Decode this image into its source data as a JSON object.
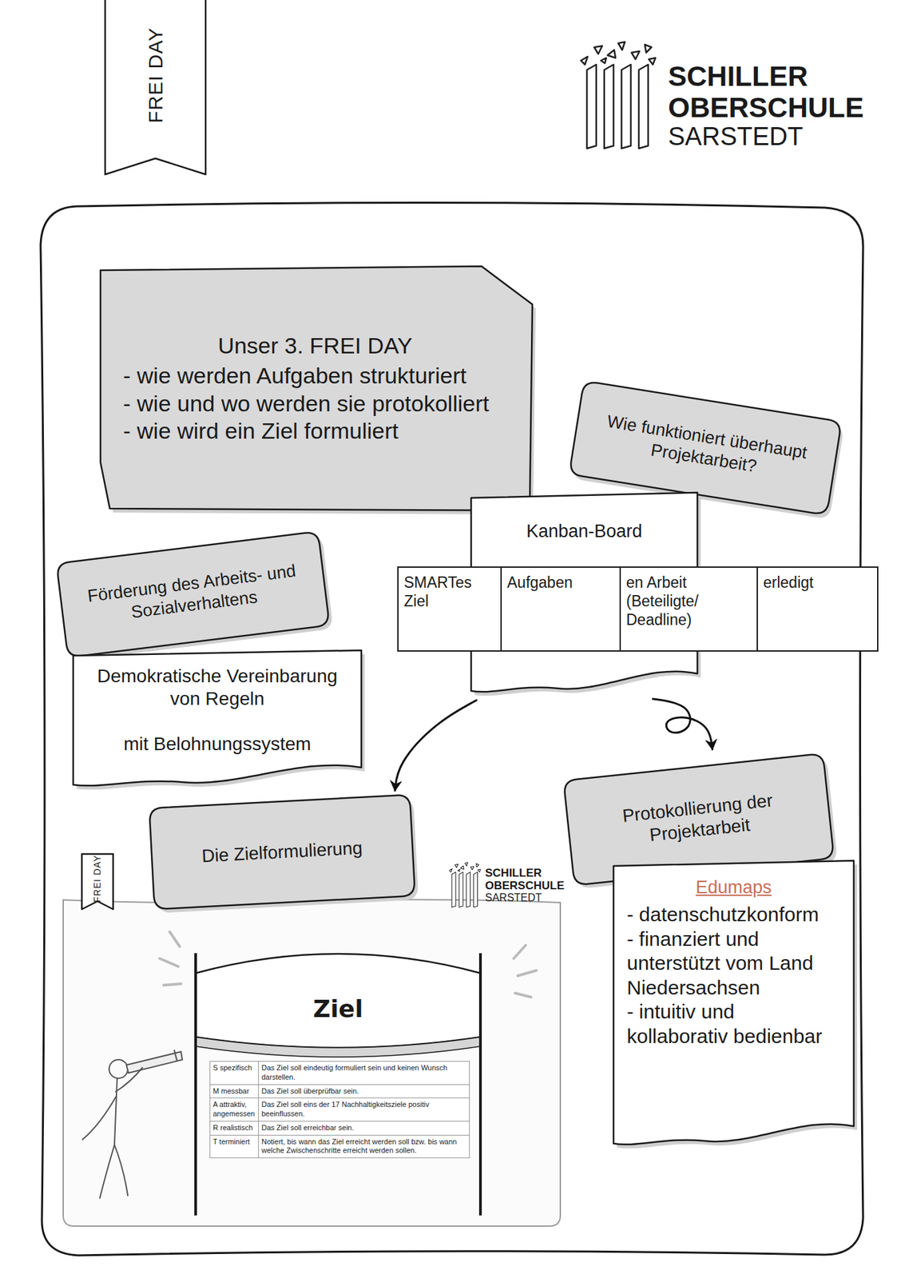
{
  "diagram": {
    "nodes": [
      {
        "text": [
          "FREI DAY"
        ]
      },
      {
        "text": [
          "Unser 3. FREI DAY",
          "- wie werden Aufgaben strukturiert",
          "- wie und wo werden sie protokolliert",
          "- wie wird ein Ziel formuliert"
        ]
      },
      {
        "text": [
          "Wie funktioniert überhaupt Projektarbeit?"
        ]
      },
      {
        "text": [
          "Kanban-Board"
        ]
      },
      {
        "text": [
          "Förderung des Arbeits- und Sozialverhaltens"
        ]
      },
      {
        "text": [
          "Demokratische Vereinbarung von Regeln",
          "mit Belohnungssystem"
        ]
      },
      {
        "text": [
          "Die Zielformulierung"
        ]
      },
      {
        "text": [
          "FREI DAY"
        ]
      },
      {
        "text": [
          "Protokollierung der Projektarbeit"
        ]
      },
      {
        "text": [
          "Edumaps",
          "- datenschutzkonform",
          "- finanziert und unterstützt vom Land Niedersachsen",
          "- intuitiv und kollaborativ bedienbar"
        ]
      }
    ],
    "edges": [
      {
        "from": 3,
        "to": 6,
        "arrow": "to"
      },
      {
        "from": 3,
        "to": 8,
        "arrow": "to"
      }
    ],
    "labels": [
      "SCHILLER",
      "OBERSCHULE",
      "SARSTEDT",
      "SMARTes Ziel",
      "Aufgaben",
      "en Arbeit (Beteiligte/ Deadline)",
      "erledigt",
      "SCHILLER",
      "OBERSCHULE",
      "SARSTEDT",
      "Ziel",
      "S spezifisch",
      "Das Ziel soll eindeutig formuliert sein und keinen Wunsch darstellen.",
      "M messbar",
      "Das Ziel soll überprüfbar sein.",
      "A attraktiv, angemessen",
      "Das Ziel soll eins der 17 Nachhaltigkeitsziele positiv beeinflussen.",
      "R realistisch",
      "Das Ziel soll erreichbar sein.",
      "T terminiert",
      "Notiert, bis wann das Ziel erreicht werden soll bzw. bis wann welche Zwischenschritte erreicht werden sollen."
    ]
  }
}
